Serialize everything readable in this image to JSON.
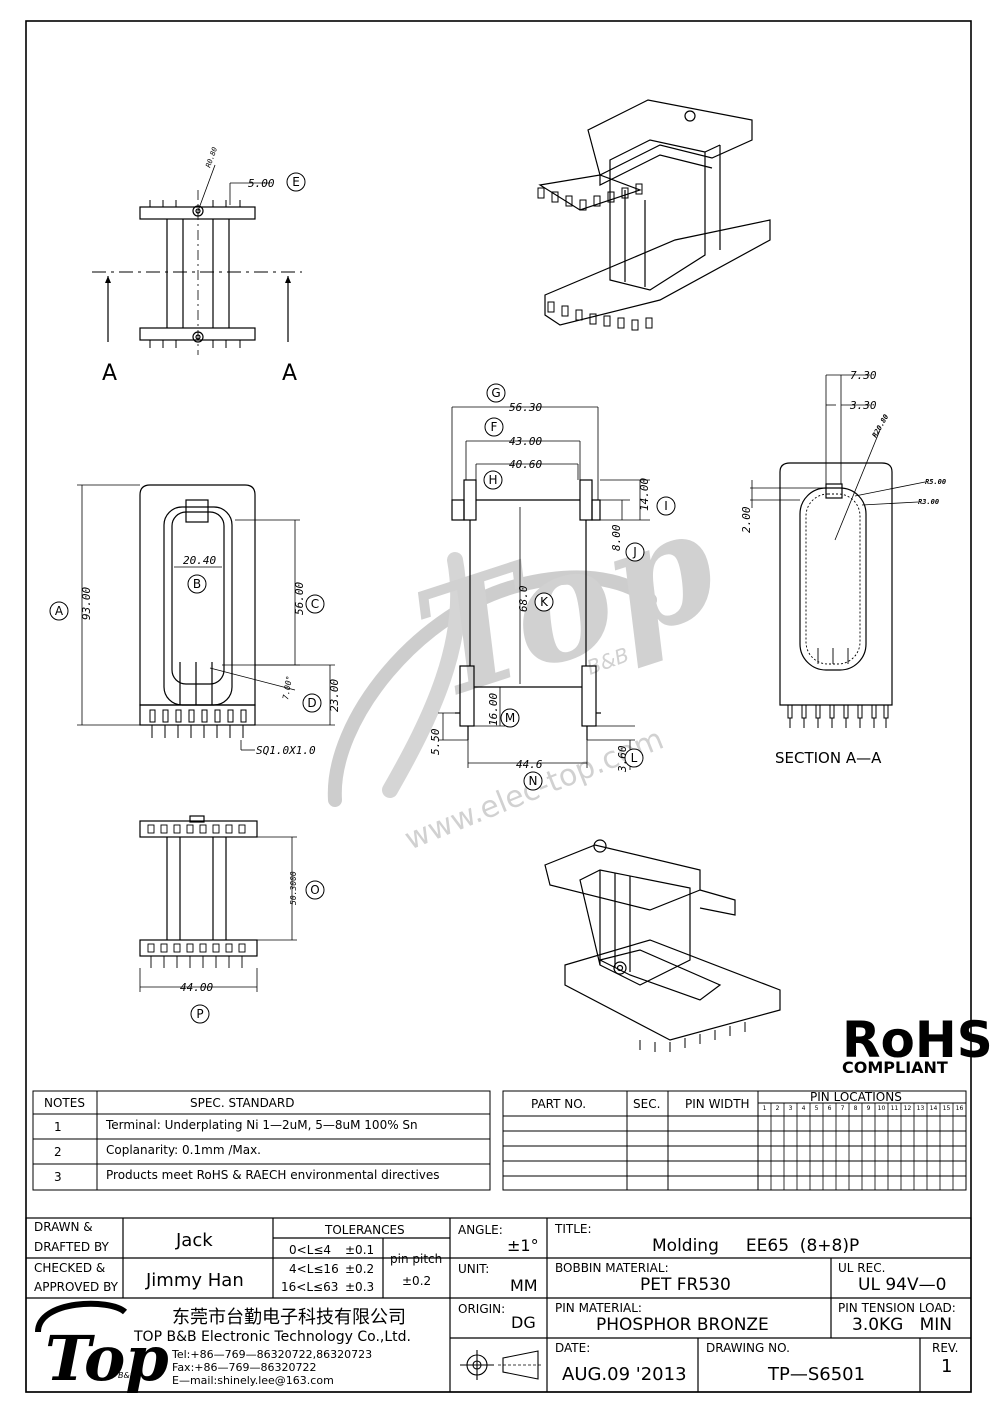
{
  "drawing": {
    "section_marks": [
      "A",
      "A"
    ],
    "section_label": "SECTION A—A",
    "bubbles": [
      "A",
      "B",
      "C",
      "D",
      "E",
      "F",
      "G",
      "H",
      "I",
      "J",
      "K",
      "L",
      "M",
      "N",
      "O",
      "P"
    ],
    "dims": {
      "E": "5.00",
      "r080": "R0.80",
      "A": "93.00",
      "B": "20.40",
      "C": "56.00",
      "D": "23.00",
      "ang": "7.00°",
      "sq": "SQ1.0X1.0",
      "G": "56.30",
      "F": "43.00",
      "H": "40.60",
      "I": "14.00",
      "J": "8.00",
      "K": "68.0",
      "M": "16.00",
      "h550": "5.50",
      "N": "44.6",
      "L": "3.60",
      "s730": "7.30",
      "s330": "3.30",
      "s200": "2.00",
      "r2080": "R20.80",
      "r500": "R5.00",
      "r300": "R3.00",
      "O": "50.3000",
      "P": "44.00"
    },
    "watermark": {
      "brand": "Top",
      "sub": "B&B",
      "url": "www.elec-top.com"
    },
    "rohs": {
      "big": "RoHS",
      "small": "COMPLIANT"
    }
  },
  "notes": {
    "headers": [
      "NOTES",
      "SPEC. STANDARD"
    ],
    "rows": [
      {
        "no": "1",
        "text": "Terminal: Underplating Ni 1—2uM, 5—8uM 100% Sn"
      },
      {
        "no": "2",
        "text": "Coplanarity: 0.1mm /Max."
      },
      {
        "no": "3",
        "text": "Products meet RoHS & RAECH environmental directives"
      }
    ]
  },
  "parts": {
    "headers": [
      "PART NO.",
      "SEC.",
      "PIN WIDTH",
      "PIN LOCATIONS"
    ],
    "pins": [
      "1",
      "2",
      "3",
      "4",
      "5",
      "6",
      "7",
      "8",
      "9",
      "10",
      "11",
      "12",
      "13",
      "14",
      "15",
      "16"
    ]
  },
  "title_block": {
    "drawn_label": [
      "DRAWN &",
      "DRAFTED BY"
    ],
    "drawn_value": "Jack",
    "checked_label": [
      "CHECKED &",
      "APPROVED BY"
    ],
    "checked_value": "Jimmy Han",
    "tolerances_label": "TOLERANCES",
    "tol_rows": [
      "0<L≤4",
      "4<L≤16",
      "16<L≤63"
    ],
    "tol_vals": [
      "±0.1",
      "±0.2",
      "±0.3"
    ],
    "pin_pitch_label": [
      "pin pitch",
      "±0.2"
    ],
    "angle_label": "ANGLE:",
    "angle_value": "±1°",
    "unit_label": "UNIT:",
    "unit_value": "MM",
    "origin_label": "ORIGIN:",
    "origin_value": "DG",
    "title_label": "TITLE:",
    "title_value": "Molding     EE65  (8+8)P",
    "bobbin_label": "BOBBIN MATERIAL:",
    "bobbin_value": "PET FR530",
    "ul_label": "UL REC.",
    "ul_value": "UL 94V—0",
    "pin_mat_label": "PIN MATERIAL:",
    "pin_mat_value": "PHOSPHOR BRONZE",
    "pin_tension_label": "PIN TENSION LOAD:",
    "pin_tension_value": "3.0KG   MIN",
    "date_label": "DATE:",
    "date_value": "AUG.09 '2013",
    "drawing_no_label": "DRAWING NO.",
    "drawing_no_value": "TP—S6501",
    "rev_label": "REV.",
    "rev_value": "1",
    "company_cn": "东莞市台勤电子科技有限公司",
    "company_en": "TOP B&B Electronic Technology Co.,Ltd.",
    "tel": "Tel:+86—769—86320722,86320723",
    "fax": "Fax:+86—769—86320722",
    "email": "E—mail:shinely.lee@163.com",
    "logo_brand": "Top",
    "logo_sub": "B&B"
  }
}
